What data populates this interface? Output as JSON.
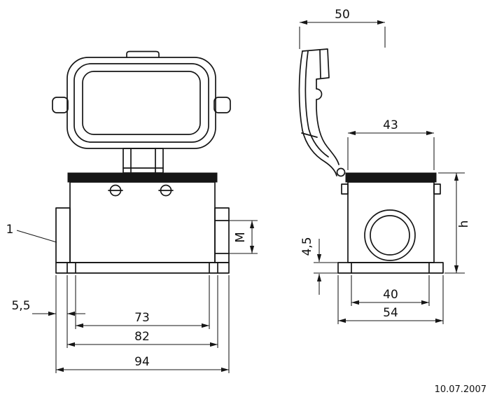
{
  "front_view": {
    "part_label": "1",
    "dims": {
      "thread": "M",
      "offset": "5,5",
      "inner_width": "73",
      "mid_width": "82",
      "overall_width": "94"
    }
  },
  "side_view": {
    "dims": {
      "cover_depth": "50",
      "top_width": "43",
      "base_height": "4,5",
      "height": "h",
      "hole_spacing": "40",
      "base_width": "54"
    }
  },
  "footer": {
    "date": "10.07.2007"
  }
}
